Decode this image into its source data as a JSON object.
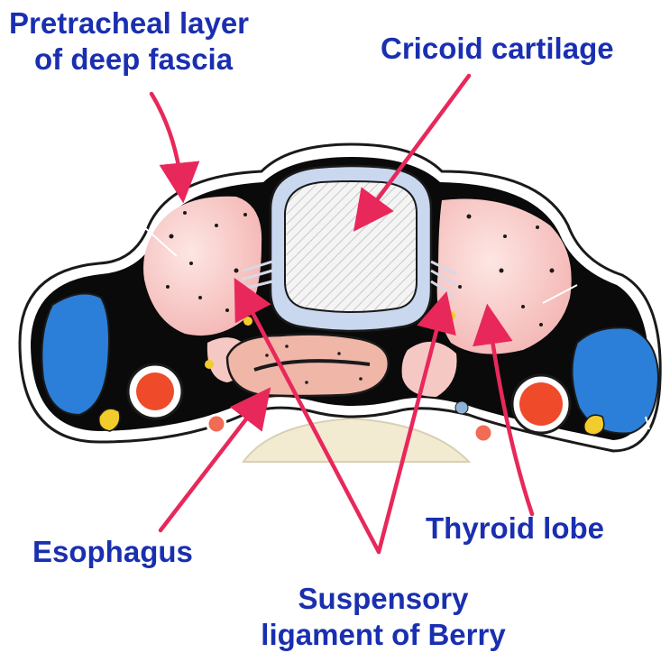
{
  "labels": {
    "pretracheal": [
      "Pretracheal layer",
      "of deep fascia"
    ],
    "cricoid": "Cricoid cartilage",
    "esophagus": "Esophagus",
    "thyroid_lobe": "Thyroid lobe",
    "suspensory": [
      "Suspensory",
      "ligament of Berry"
    ]
  },
  "colors": {
    "label_text": "#1a2fb0",
    "pointer_arrow": "#e8285a",
    "thyroid_tissue": "#f6c8c4",
    "fascia_black": "#0a0a0a",
    "cartilage_ring": "#c9d7ef",
    "vein_blue": "#2c7fd8",
    "artery_red": "#ef4a2a",
    "nerve_yellow": "#f2cc2a",
    "vertebra": "#f3ead2"
  }
}
